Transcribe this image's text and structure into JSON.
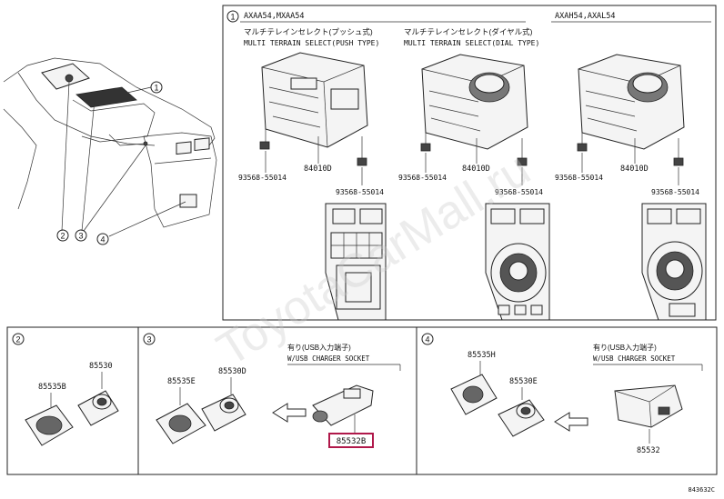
{
  "panel1": {
    "index": "1",
    "header_left": "AXAA54,MXAA54",
    "header_right": "AXAH54,AXAL54",
    "push_type_jp": "マルチテレインセレクト(プッシュ式)",
    "push_type_en": "MULTI TERRAIN SELECT(PUSH TYPE)",
    "dial_type_jp": "マルチテレインセレクト(ダイヤル式)",
    "dial_type_en": "MULTI TERRAIN SELECT(DIAL TYPE)",
    "part_bolt": "93568-55014",
    "part_switch": "84010D"
  },
  "callouts": {
    "c1": "1",
    "c2": "2",
    "c3": "3",
    "c4": "4"
  },
  "panel2": {
    "index": "2",
    "part_a": "85535B",
    "part_b": "85530"
  },
  "panel3": {
    "index": "3",
    "part_a": "85535E",
    "part_b": "85530D",
    "socket_jp": "有り(USB入力端子)",
    "socket_en": "W/USB CHARGER SOCKET",
    "part_highlight": "85532B"
  },
  "panel4": {
    "index": "4",
    "part_a": "85535H",
    "part_b": "85530E",
    "socket_jp": "有り(USB入力端子)",
    "socket_en": "W/USB CHARGER SOCKET",
    "part_c": "85532"
  },
  "footer_code": "843632C",
  "watermark": "ToyotaCarMall.ru",
  "colors": {
    "highlight": "#b0184a",
    "line": "#222222"
  }
}
